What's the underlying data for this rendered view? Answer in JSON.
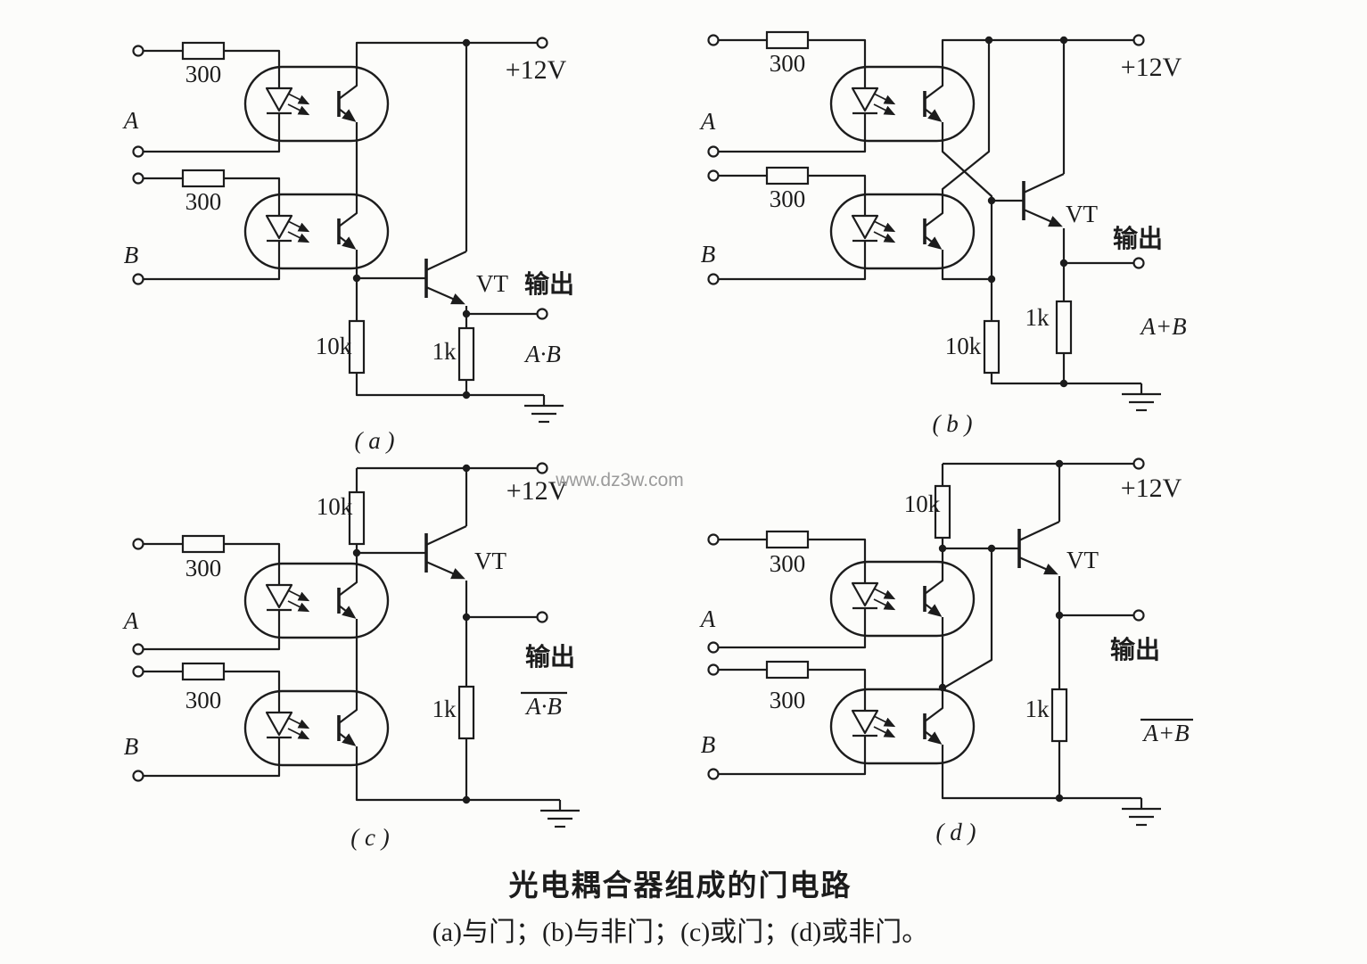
{
  "watermark": "www.dz3w.com",
  "footer": {
    "title": "光电耦合器组成的门电路",
    "caption": "(a)与门；(b)与非门；(c)或门；(d)或非门。"
  },
  "circuits": {
    "a": {
      "panel_label": "( a )",
      "supply": "+12V",
      "input1": "A",
      "input2": "B",
      "r_input1": "300",
      "r_input2": "300",
      "r_base": "10k",
      "r_output": "1k",
      "transistor": "VT",
      "output": "输出",
      "expression": "A·B"
    },
    "b": {
      "panel_label": "( b )",
      "supply": "+12V",
      "input1": "A",
      "input2": "B",
      "r_input1": "300",
      "r_input2": "300",
      "r_base": "10k",
      "r_output": "1k",
      "transistor": "VT",
      "output": "输出",
      "expression": "A+B"
    },
    "c": {
      "panel_label": "( c )",
      "supply": "+12V",
      "input1": "A",
      "input2": "B",
      "r_input1": "300",
      "r_input2": "300",
      "r_base": "10k",
      "r_output": "1k",
      "transistor": "VT",
      "output": "输出",
      "expression": "A·B"
    },
    "d": {
      "panel_label": "( d )",
      "supply": "+12V",
      "input1": "A",
      "input2": "B",
      "r_input1": "300",
      "r_input2": "300",
      "r_base": "10k",
      "r_output": "1k",
      "transistor": "VT",
      "output": "输出",
      "expression": "A+B"
    }
  }
}
